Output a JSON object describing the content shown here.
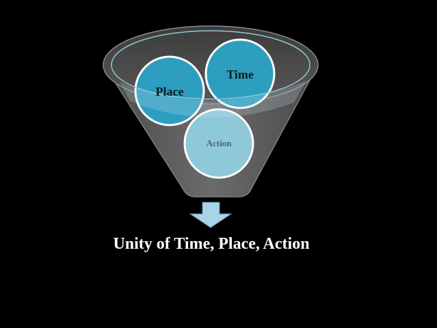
{
  "funnel": {
    "items": [
      {
        "label": "Place"
      },
      {
        "label": "Time"
      },
      {
        "label": "Action"
      }
    ]
  },
  "caption": "Unity of Time, Place, Action",
  "colors": {
    "background": "#000000",
    "funnel_body": "#5a5a5a",
    "funnel_rim": "#8fc9d6",
    "circle_dark": "#2e9ec0",
    "circle_light": "#8fc8d8",
    "circle_stroke": "#ffffff",
    "arrow_fill": "#a9d4e6",
    "text_dark": "#0f1a20",
    "text_muted": "#4f6772",
    "caption_text": "#ffffff"
  },
  "icons": {
    "arrow": "down-arrow-icon"
  }
}
